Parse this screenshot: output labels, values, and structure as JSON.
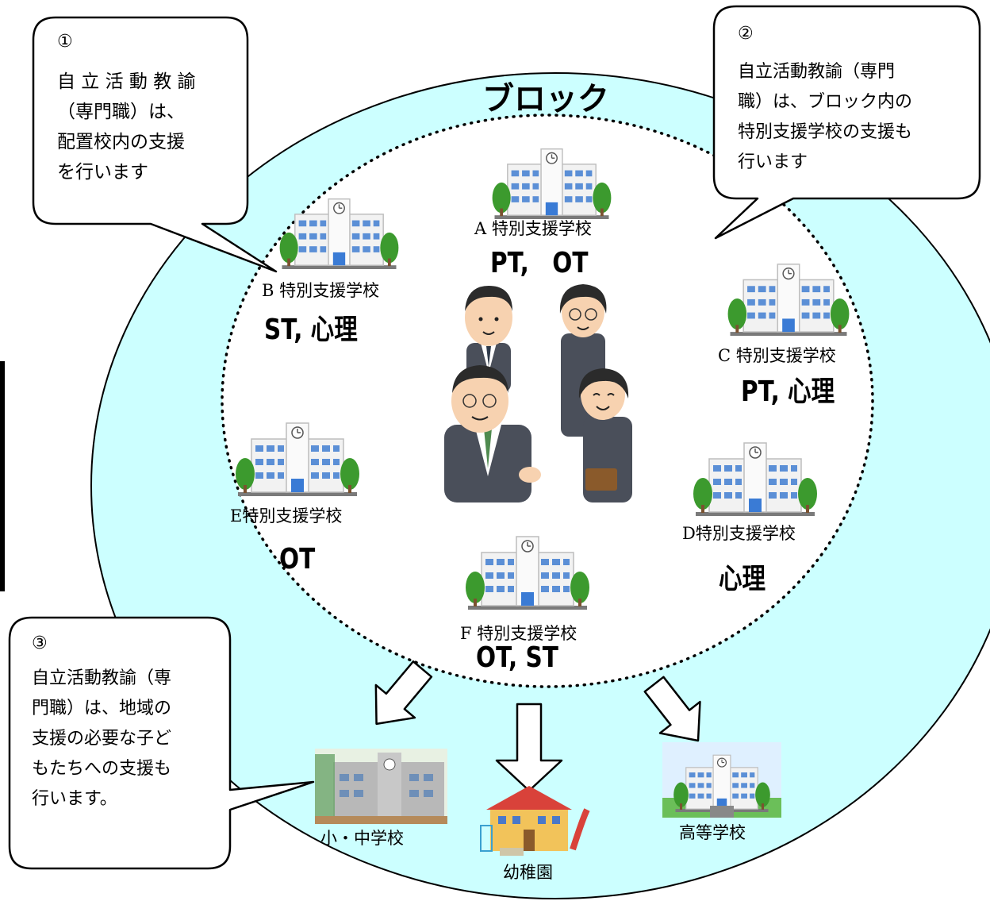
{
  "block": {
    "title": "ブロック"
  },
  "bubbles": [
    {
      "number": "①",
      "text": "自 立 活 動 教 諭\n（専門職）は、\n配置校内の支援\nを行います"
    },
    {
      "number": "②",
      "text": "自立活動教諭（専門\n職）は、ブロック内の\n特別支援学校の支援も\n行います"
    },
    {
      "number": "③",
      "text": "自立活動教諭（専\n門職）は、地域の\n支援の必要な子ど\nもたちへの支援も\n行います。"
    }
  ],
  "schools": [
    {
      "id": "A",
      "name": "A 特別支援学校",
      "staff": "PT,　OT"
    },
    {
      "id": "B",
      "name": "B 特別支援学校",
      "staff": "ST, 心理"
    },
    {
      "id": "C",
      "name": "C 特別支援学校",
      "staff": "PT, 心理"
    },
    {
      "id": "D",
      "name": "D特別支援学校",
      "staff": "心理"
    },
    {
      "id": "E",
      "name": "E特別支援学校",
      "staff": "OT"
    },
    {
      "id": "F",
      "name": "F 特別支援学校",
      "staff": "OT, ST"
    }
  ],
  "community": [
    {
      "id": "elementary",
      "label": "小・中学校"
    },
    {
      "id": "kindergarten",
      "label": "幼稚園"
    },
    {
      "id": "highschool",
      "label": "高等学校"
    }
  ],
  "colors": {
    "outer_circle_fill": "#ccffff",
    "outline": "#000000",
    "building_wall": "#f2f2f2",
    "building_window": "#5b8fd6",
    "tree": "#3c9a2e",
    "suit": "#4a4f5a",
    "skin": "#f7d2b0"
  }
}
